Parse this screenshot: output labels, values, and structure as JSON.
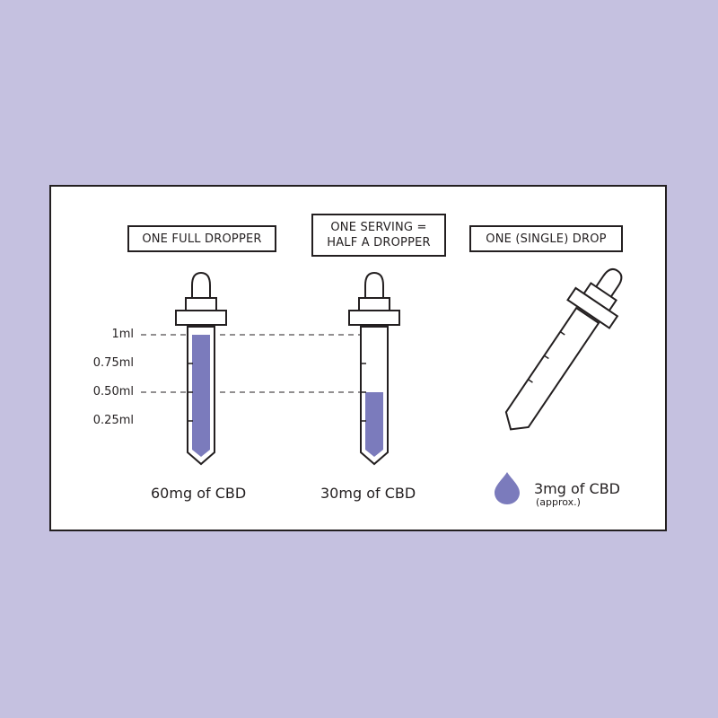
{
  "labels": {
    "full_dropper": "ONE FULL DROPPER",
    "serving_line1": "ONE SERVING =",
    "serving_line2": "HALF A DROPPER",
    "single_drop": "ONE (SINGLE) DROP"
  },
  "scale": {
    "mark_1ml": "1ml",
    "mark_075ml": "0.75ml",
    "mark_050ml": "0.50ml",
    "mark_025ml": "0.25ml"
  },
  "amounts": {
    "full": "60mg of CBD",
    "half": "30mg of CBD",
    "drop": "3mg of CBD",
    "drop_note": "(approx.)"
  },
  "fill_levels": {
    "full_dropper_fraction": 1.0,
    "half_dropper_fraction": 0.5
  },
  "colors": {
    "background": "#c5c1e0",
    "liquid": "#7b7bbc",
    "outline": "#231f20"
  }
}
